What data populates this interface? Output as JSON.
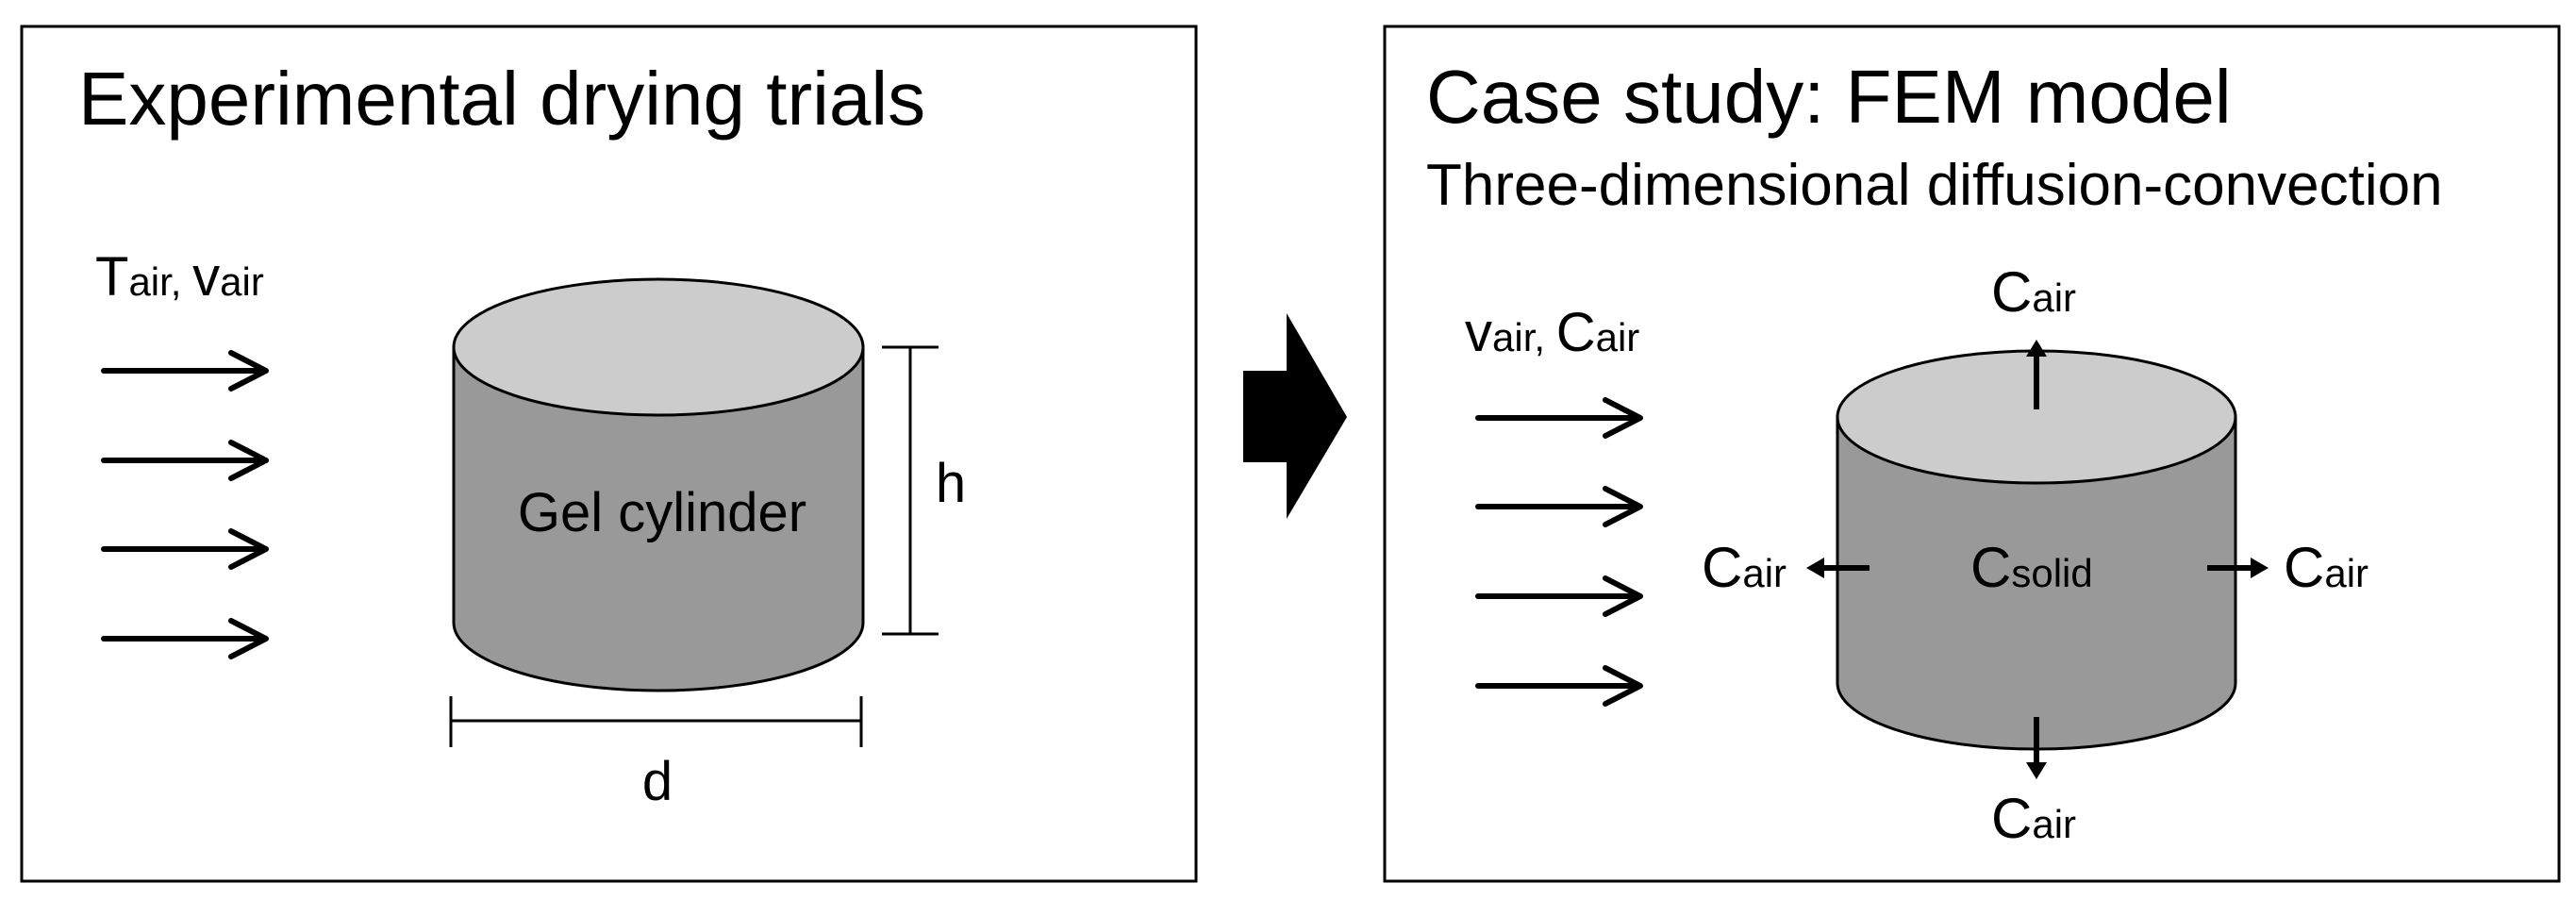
{
  "colors": {
    "cylinder_side": "#999999",
    "cylinder_top": "#cccccc",
    "outline": "#000000",
    "background": "#ffffff"
  },
  "left_panel": {
    "title": "Experimental drying trials",
    "inflow": {
      "main_1": "T",
      "sub_1": "air",
      "sep": ", ",
      "main_2": "v",
      "sub_2": "air"
    },
    "cylinder_label": "Gel cylinder",
    "height_label": "h",
    "diameter_label": "d"
  },
  "transition_arrow": {
    "icon": "arrow-right-icon"
  },
  "right_panel": {
    "title": "Case study: FEM model",
    "subtitle": "Three-dimensional diffusion-convection",
    "inflow": {
      "main_1": "v",
      "sub_1": "air",
      "sep": ",  ",
      "main_2": "C",
      "sub_2": "air"
    },
    "solid": {
      "main": "C",
      "sub": "solid"
    },
    "boundary": {
      "top": {
        "main": "C",
        "sub": "air"
      },
      "bottom": {
        "main": "C",
        "sub": "air"
      },
      "left": {
        "main": "C",
        "sub": "air"
      },
      "right": {
        "main": "C",
        "sub": "air"
      }
    }
  }
}
